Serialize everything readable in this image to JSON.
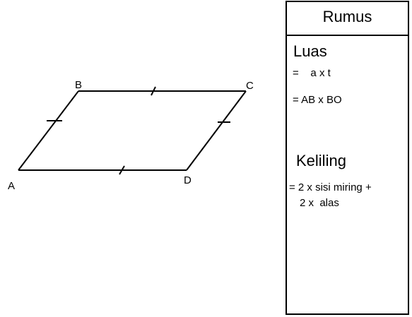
{
  "diagram": {
    "vertices": [
      {
        "id": "A",
        "label": "A"
      },
      {
        "id": "B",
        "label": "B"
      },
      {
        "id": "C",
        "label": "C"
      },
      {
        "id": "D",
        "label": "D"
      }
    ],
    "stroke_color": "#000000"
  },
  "rumus": {
    "title": "Rumus",
    "luas": {
      "title": "Luas",
      "line1": "=    a x t",
      "line2": "= AB x BO"
    },
    "keliling": {
      "title": "Keliling",
      "line1": "= 2 x sisi miring +",
      "line2": "2 x  alas"
    }
  }
}
